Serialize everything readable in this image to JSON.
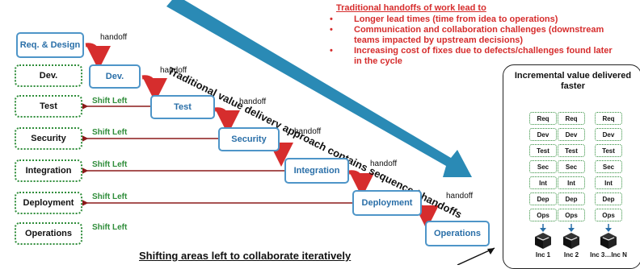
{
  "stages": [
    {
      "key": "req",
      "label": "Req. & Design"
    },
    {
      "key": "dev",
      "label": "Dev."
    },
    {
      "key": "test",
      "label": "Test"
    },
    {
      "key": "security",
      "label": "Security"
    },
    {
      "key": "integration",
      "label": "Integration"
    },
    {
      "key": "deployment",
      "label": "Deployment"
    },
    {
      "key": "operations",
      "label": "Operations"
    }
  ],
  "left_column": [
    "Dev.",
    "Test",
    "Security",
    "Integration",
    "Deployment",
    "Operations"
  ],
  "handoff_label": "handoff",
  "shift_left_label": "Shift Left",
  "diagonal_text": "Traditional value delivery approach contains sequenced handoffs",
  "traditional": {
    "title": "Traditional handoffs of work lead to",
    "bullet": "•",
    "items": [
      "Longer lead times (time from idea to operations)",
      "Communication and collaboration challenges (downstream teams impacted by upstream decisions)",
      "Increasing cost of fixes due to defects/challenges found later in the cycle"
    ]
  },
  "incremental": {
    "title": "Incremental value delivered faster",
    "rows": [
      "Req",
      "Dev",
      "Test",
      "Sec",
      "Int",
      "Dep",
      "Ops"
    ],
    "increments": [
      "Inc 1",
      "Inc 2",
      "Inc 3…Inc N"
    ]
  },
  "caption": "Shifting areas left to collaborate iteratively",
  "colors": {
    "stage_border": "#4e95c8",
    "stage_text": "#2a6fa8",
    "left_border": "#2f8d3a",
    "handoff_arrow": "#d62d2d",
    "shift_arrow": "#8b1a1a",
    "big_arrow": "#2a8ab5",
    "red_text": "#d62d2d"
  }
}
